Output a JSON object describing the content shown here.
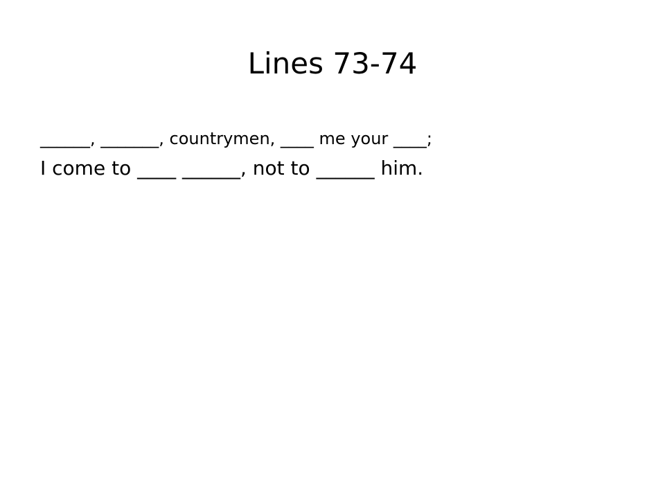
{
  "slide": {
    "title": "Lines 73-74",
    "lines": [
      "______, _______, countrymen, ____ me your ____;",
      "I come to ____ ______, not to ______ him."
    ]
  }
}
